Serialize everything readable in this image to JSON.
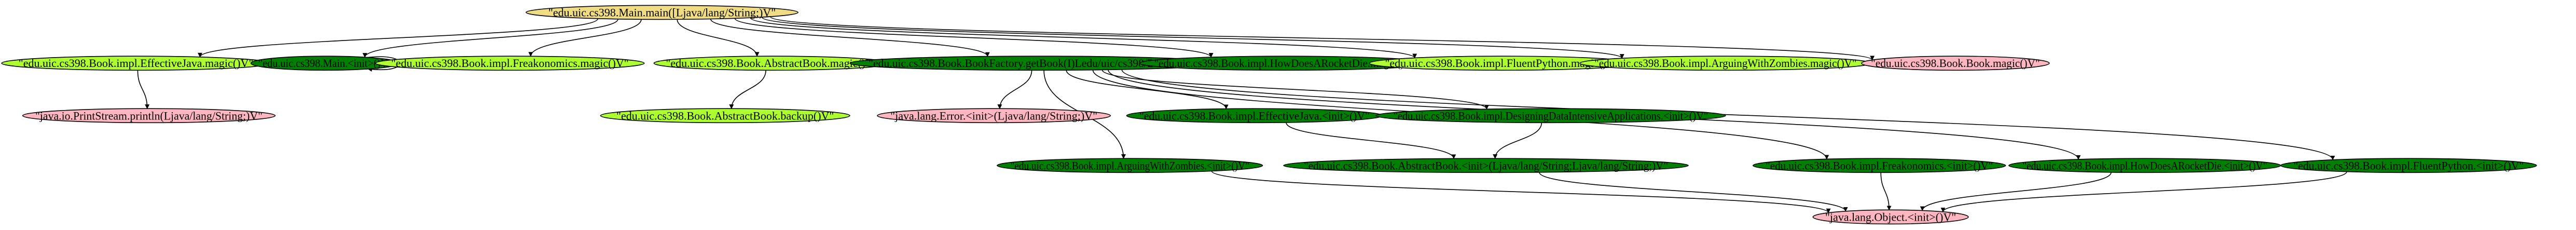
{
  "colors": {
    "tan": "#f0dc82",
    "lime": "#adff2f",
    "green": "#008000",
    "pink": "#ffb6c1",
    "edge": "#000000"
  },
  "nodes": [
    {
      "id": "main",
      "label": "\"edu.uic.cs398.Main.main([Ljava/lang/String;)V\"",
      "fill": "tan"
    },
    {
      "id": "effjava_magic",
      "label": "\"edu.uic.cs398.Book.impl.EffectiveJava.magic()V\"",
      "fill": "lime"
    },
    {
      "id": "main_init",
      "label": "\"edu.uic.cs398.Main.<init>()V\"",
      "fill": "green"
    },
    {
      "id": "freako_magic",
      "label": "\"edu.uic.cs398.Book.impl.Freakonomics.magic()V\"",
      "fill": "lime"
    },
    {
      "id": "abstract_magic",
      "label": "\"edu.uic.cs398.Book.AbstractBook.magic()V\"",
      "fill": "lime"
    },
    {
      "id": "factory",
      "label": "\"edu.uic.cs398.Book.BookFactory.getBook(I)Ledu/uic/cs398/Book/Book;\"",
      "fill": "green"
    },
    {
      "id": "hdtd_magic",
      "label": "\"edu.uic.cs398.Book.impl.HowDoesARocketDie.magic()V\"",
      "fill": "green"
    },
    {
      "id": "fluent_magic",
      "label": "\"edu.uic.cs398.Book.impl.FluentPython.magic()V\"",
      "fill": "lime"
    },
    {
      "id": "zombies_magic",
      "label": "\"edu.uic.cs398.Book.impl.ArguingWithZombies.magic()V\"",
      "fill": "lime"
    },
    {
      "id": "book_magic",
      "label": "\"edu.uic.cs398.Book.Book.magic()V\"",
      "fill": "pink"
    },
    {
      "id": "println",
      "label": "\"java.io.PrintStream.println(Ljava/lang/String;)V\"",
      "fill": "pink"
    },
    {
      "id": "backup",
      "label": "\"edu.uic.cs398.Book.AbstractBook.backup()V\"",
      "fill": "lime"
    },
    {
      "id": "error_init",
      "label": "\"java.lang.Error.<init>(Ljava/lang/String;)V\"",
      "fill": "pink"
    },
    {
      "id": "effjava_init",
      "label": "\"edu.uic.cs398.Book.impl.EffectiveJava.<init>()V\"",
      "fill": "green"
    },
    {
      "id": "ddia_init",
      "label": "\"edu.uic.cs398.Book.impl.DesigningDataIntensiveApplications.<init>()V\"",
      "fill": "green"
    },
    {
      "id": "zombies_init",
      "label": "\"edu.uic.cs398.Book.impl.ArguingWithZombies.<init>()V\"",
      "fill": "green"
    },
    {
      "id": "abstract_init",
      "label": "\"edu.uic.cs398.Book.AbstractBook.<init>(Ljava/lang/String;Ljava/lang/String;)V\"",
      "fill": "green"
    },
    {
      "id": "freako_init",
      "label": "\"edu.uic.cs398.Book.impl.Freakonomics.<init>()V\"",
      "fill": "green"
    },
    {
      "id": "hdtd_init",
      "label": "\"edu.uic.cs398.Book.impl.HowDoesARocketDie.<init>()V\"",
      "fill": "green"
    },
    {
      "id": "fluent_init",
      "label": "\"edu.uic.cs398.Book.impl.FluentPython.<init>()V\"",
      "fill": "green"
    },
    {
      "id": "object_init",
      "label": "\"java.lang.Object.<init>()V\"",
      "fill": "pink"
    }
  ],
  "edges": [
    {
      "from": "main",
      "to": "effjava_magic"
    },
    {
      "from": "main",
      "to": "main_init"
    },
    {
      "from": "main",
      "to": "freako_magic"
    },
    {
      "from": "main",
      "to": "abstract_magic"
    },
    {
      "from": "main",
      "to": "factory"
    },
    {
      "from": "main",
      "to": "hdtd_magic"
    },
    {
      "from": "main",
      "to": "fluent_magic"
    },
    {
      "from": "main",
      "to": "zombies_magic"
    },
    {
      "from": "main",
      "to": "book_magic"
    },
    {
      "from": "main_init",
      "to": "main_init"
    },
    {
      "from": "effjava_magic",
      "to": "println"
    },
    {
      "from": "abstract_magic",
      "to": "backup"
    },
    {
      "from": "factory",
      "to": "error_init"
    },
    {
      "from": "factory",
      "to": "effjava_init"
    },
    {
      "from": "factory",
      "to": "ddia_init"
    },
    {
      "from": "factory",
      "to": "zombies_init"
    },
    {
      "from": "factory",
      "to": "freako_init"
    },
    {
      "from": "factory",
      "to": "hdtd_init"
    },
    {
      "from": "factory",
      "to": "fluent_init"
    },
    {
      "from": "effjava_init",
      "to": "abstract_init"
    },
    {
      "from": "ddia_init",
      "to": "abstract_init"
    },
    {
      "from": "zombies_init",
      "to": "object_init"
    },
    {
      "from": "abstract_init",
      "to": "object_init"
    },
    {
      "from": "freako_init",
      "to": "object_init"
    },
    {
      "from": "hdtd_init",
      "to": "object_init"
    },
    {
      "from": "fluent_init",
      "to": "object_init"
    }
  ]
}
